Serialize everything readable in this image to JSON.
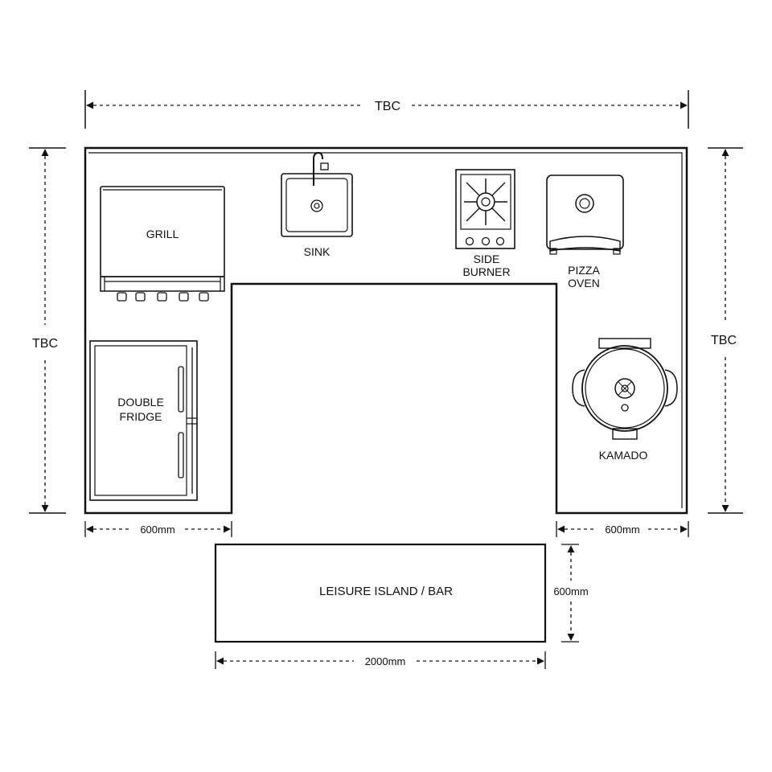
{
  "dimensions": {
    "top_width": "TBC",
    "left_height": "TBC",
    "right_height": "TBC",
    "left_return_width": "600mm",
    "right_return_width": "600mm",
    "island_depth": "600mm",
    "island_width": "2000mm"
  },
  "appliances": {
    "grill": "GRILL",
    "sink": "SINK",
    "side_burner_line1": "SIDE",
    "side_burner_line2": "BURNER",
    "pizza_oven_line1": "PIZZA",
    "pizza_oven_line2": "OVEN",
    "double_fridge_line1": "DOUBLE",
    "double_fridge_line2": "FRIDGE",
    "kamado": "KAMADO"
  },
  "island": {
    "label": "LEISURE ISLAND / BAR"
  }
}
